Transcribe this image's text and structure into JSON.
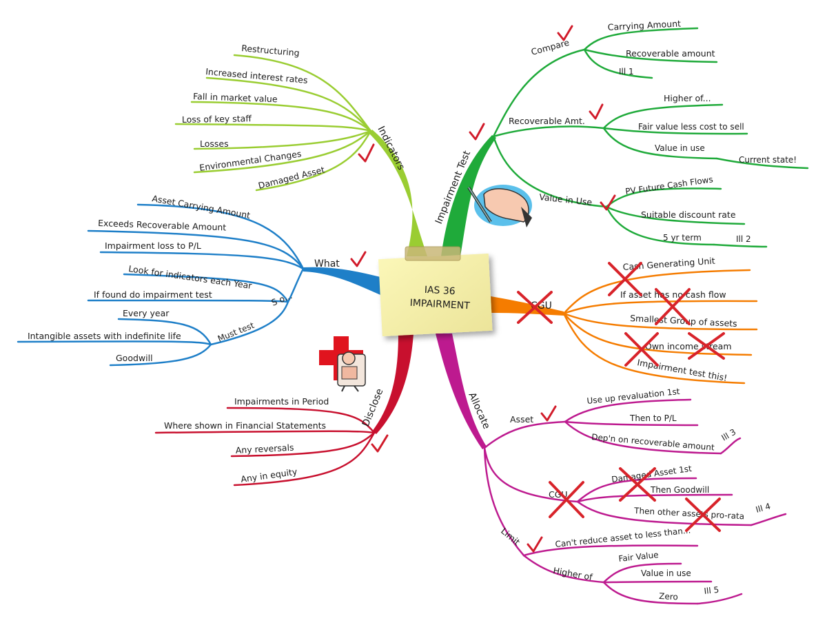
{
  "center": {
    "line1": "IAS 36",
    "line2": "IMPAIRMENT"
  },
  "colors": {
    "indicators": "#9acd32",
    "impairment_test": "#1faa3a",
    "what": "#1e7fc8",
    "cgu": "#f57c00",
    "disclose": "#c8102e",
    "allocate": "#bd1a8f",
    "check": "#d11b2a",
    "cross": "#d8232a",
    "note": "#f5f0a0"
  },
  "indicators": {
    "label": "Indicators",
    "items": [
      "Restructuring",
      "Increased interest rates",
      "Fall in market value",
      "Loss of key staff",
      "Losses",
      "Environmental Changes",
      "Damaged Asset"
    ]
  },
  "what": {
    "label": "What",
    "items": [
      "Asset Carrying Amount",
      "Exceeds Recoverable Amount",
      "Impairment loss to P/L"
    ],
    "so": {
      "label": "S o...",
      "items": [
        "Look for indicators each Year",
        "If found do impairment test"
      ]
    },
    "must_test": {
      "label": "Must test",
      "items": [
        "Every year",
        "Intangible assets with indefinite life",
        "Goodwill"
      ]
    }
  },
  "disclose": {
    "label": "Disclose",
    "items": [
      "Impairments in Period",
      "Where shown in Financial Statements",
      "Any reversals",
      "Any in equity"
    ]
  },
  "impairment_test": {
    "label": "Impairment Test",
    "compare": {
      "label": "Compare",
      "items": [
        "Carrying Amount",
        "Recoverable amount",
        "Ill 1"
      ]
    },
    "recoverable": {
      "label": "Recoverable Amt.",
      "items": [
        "Higher of...",
        "Fair value less cost to sell",
        "Value in use",
        "Current state!"
      ]
    },
    "value_in_use": {
      "label": "Value in Use",
      "items": [
        "PV Future Cash Flows",
        "Suitable discount rate",
        "5 yr term",
        "Ill 2"
      ]
    }
  },
  "cgu": {
    "label": "CGU",
    "items": [
      "Cash Generating Unit",
      "If asset has no cash flow",
      "Smallest Group of assets",
      "Own income stream",
      "Impairment test this!"
    ]
  },
  "allocate": {
    "label": "Allocate",
    "asset": {
      "label": "Asset",
      "items": [
        "Use up revaluation 1st",
        "Then to P/L",
        "Dep'n on recoverable amount",
        "Ill 3"
      ]
    },
    "cgu": {
      "label": "CGU",
      "items": [
        "Damaged Asset 1st",
        "Then Goodwill",
        "Then other assets pro-rata",
        "Ill 4"
      ]
    },
    "limit": {
      "label": "Limit",
      "items": [
        "Can't reduce asset to less than..."
      ]
    },
    "higher_of": {
      "label": "Higher of",
      "items": [
        "Fair Value",
        "Value in use",
        "Zero",
        "Ill 5"
      ]
    }
  }
}
